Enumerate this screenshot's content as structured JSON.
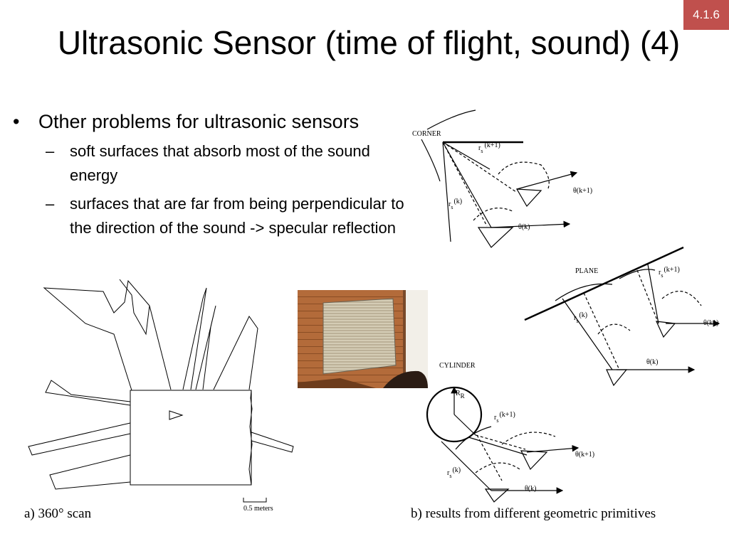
{
  "slide_number": "4.1.6",
  "title": "Ultrasonic Sensor (time of flight, sound) (4)",
  "bullets": {
    "main": "Other problems for ultrasonic sensors",
    "sub": [
      "soft surfaces that absorb most of the sound energy",
      "surfaces that are far from being perpendicular to the direction of the sound -> specular reflection"
    ]
  },
  "figure_a": {
    "caption": "a) 360° scan",
    "scale_label": "0.5 meters"
  },
  "figure_b": {
    "caption": "b) results from different geometric primitives",
    "panels": {
      "corner": {
        "label": "CORNER",
        "r_k1": "r",
        "r_k1_sub": "s",
        "r_k1_arg": "(k+1)",
        "r_k": "r",
        "r_k_sub": "s",
        "r_k_arg": "(k)",
        "theta_k1": "θ(k+1)",
        "theta_k": "θ(k)"
      },
      "plane": {
        "label": "PLANE",
        "r_k1": "r",
        "r_k1_sub": "s",
        "r_k1_arg": "(k+1)",
        "r_k": "r",
        "r_k_sub": "s",
        "r_k_arg": "(k)",
        "theta_k1": "θ(k1)",
        "theta_k": "θ(k)"
      },
      "cylinder": {
        "label": "CYLINDER",
        "radius": "R",
        "radius_sub": "R",
        "r_k1": "r",
        "r_k1_sub": "s",
        "r_k1_arg": "(k+1)",
        "r_k": "r",
        "r_k_sub": "s",
        "r_k_arg": "(k)",
        "theta_k1": "θ(k+1)",
        "theta_k": "θ(k)"
      }
    }
  },
  "colors": {
    "badge": "#c0504d",
    "wood": "#b06a38",
    "foam": "#c9c0a8"
  }
}
